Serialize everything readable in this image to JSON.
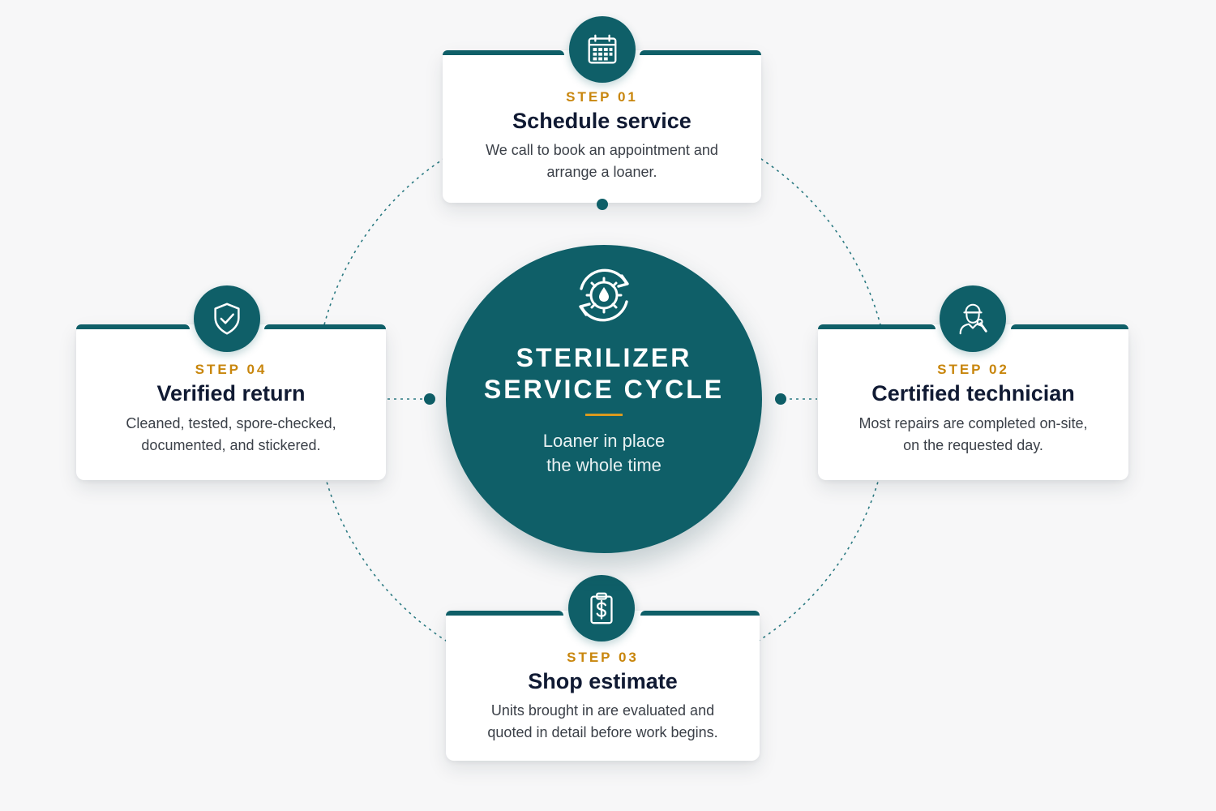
{
  "hub": {
    "title_line1": "STERILIZER",
    "title_line2": "SERVICE CYCLE",
    "subtitle_line1": "Loaner in place",
    "subtitle_line2": "the whole time",
    "icon": "gear-water-drop-refresh-icon"
  },
  "steps": [
    {
      "label": "STEP 01",
      "title": "Schedule service",
      "desc_line1": "We call to book an appointment and",
      "desc_line2": "arrange a loaner.",
      "icon": "calendar-icon"
    },
    {
      "label": "STEP 02",
      "title": "Certified technician",
      "desc_line1": "Most repairs are completed on-site,",
      "desc_line2": "on the requested day.",
      "icon": "technician-icon"
    },
    {
      "label": "STEP 03",
      "title": "Shop estimate",
      "desc_line1": "Units brought in are evaluated and",
      "desc_line2": "quoted in detail before work begins.",
      "icon": "clipboard-dollar-icon"
    },
    {
      "label": "STEP 04",
      "title": "Verified return",
      "desc_line1": "Cleaned, tested, spore-checked,",
      "desc_line2": "documented, and stickered.",
      "icon": "shield-check-icon"
    }
  ],
  "colors": {
    "teal": "#0f5f68",
    "accent": "#c8860d",
    "title": "#101a33",
    "background": "#f7f7f8"
  }
}
